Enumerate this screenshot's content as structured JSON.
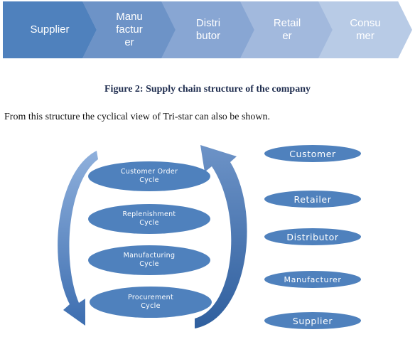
{
  "flow": {
    "stages": [
      "Supplier",
      "Manu\nfactur\ner",
      "Distri\nbutor",
      "Retail\ner",
      "Consu\nmer"
    ],
    "colors": [
      "#4f81bd",
      "#6d93c7",
      "#88a6d3",
      "#a2b9dd",
      "#b8cbe6"
    ]
  },
  "figure": {
    "caption": "Figure 2: Supply chain structure of the company"
  },
  "body": {
    "text": "From this structure the cyclical view of Tri-star can also be shown."
  },
  "cycle": {
    "cycles": [
      "Customer Order\nCycle",
      "Replenishment\nCycle",
      "Manufacturing\nCycle",
      "Procurement\nCycle"
    ],
    "stages": [
      "Customer",
      "Retailer",
      "Distributor",
      "Manufacturer",
      "Supplier"
    ],
    "color": "#4f81bd"
  }
}
